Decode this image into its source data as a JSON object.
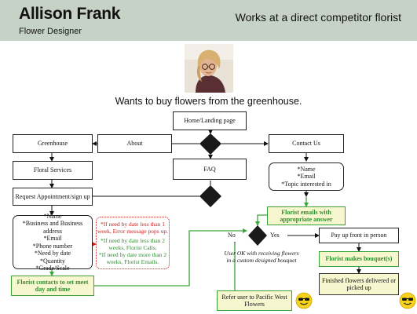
{
  "persona": {
    "name": "Allison Frank",
    "role": "Flower Designer",
    "tagline": "Works at a direct competitor florist",
    "goal": "Wants to buy flowers from the greenhouse."
  },
  "flow": {
    "home": "Home/Landing page",
    "greenhouse": "Greenhouse",
    "about": "About",
    "contact": "Contact Us",
    "floral_services": "Floral Services",
    "faq": "FAQ",
    "contact_fields": "*Name\n*Email\n*Topic interested in",
    "request": "Request Appointment/sign up",
    "request_fields": "*Name\n*Business and Business address\n*Email\n*Phone number\n*Need by date\n*Quantity\n*Grade/Scale",
    "need_by_rules": {
      "error_rule": "*If need by date less than 1 week, Error message pops up.",
      "call_rule": "*If need by date less than 2 weeks, Florist Calls.",
      "email_rule": "*If need by date more than 2 weeks, Florist Emails."
    },
    "florist_emails": "Florist emails with appropriate answer",
    "florist_contacts": "Florist contacts to set meet day and time",
    "no": "No",
    "yes": "Yes",
    "user_ok_note": "User OK with receiving flowers in a custom designed bouquet",
    "pay_up": "Pay up front in person",
    "makes_bouquet": "Florist makes bouquet(s)",
    "finished": "Finished flowers delivered or picked up",
    "refer": "Refer user to Pacific West Flowers"
  },
  "colors": {
    "header_bg": "#c6d2c6",
    "green_accent": "#3aa63a",
    "red_accent": "#cc2222",
    "highlight_fill": "#f6f7cf",
    "diamond": "#1a1a1a"
  }
}
